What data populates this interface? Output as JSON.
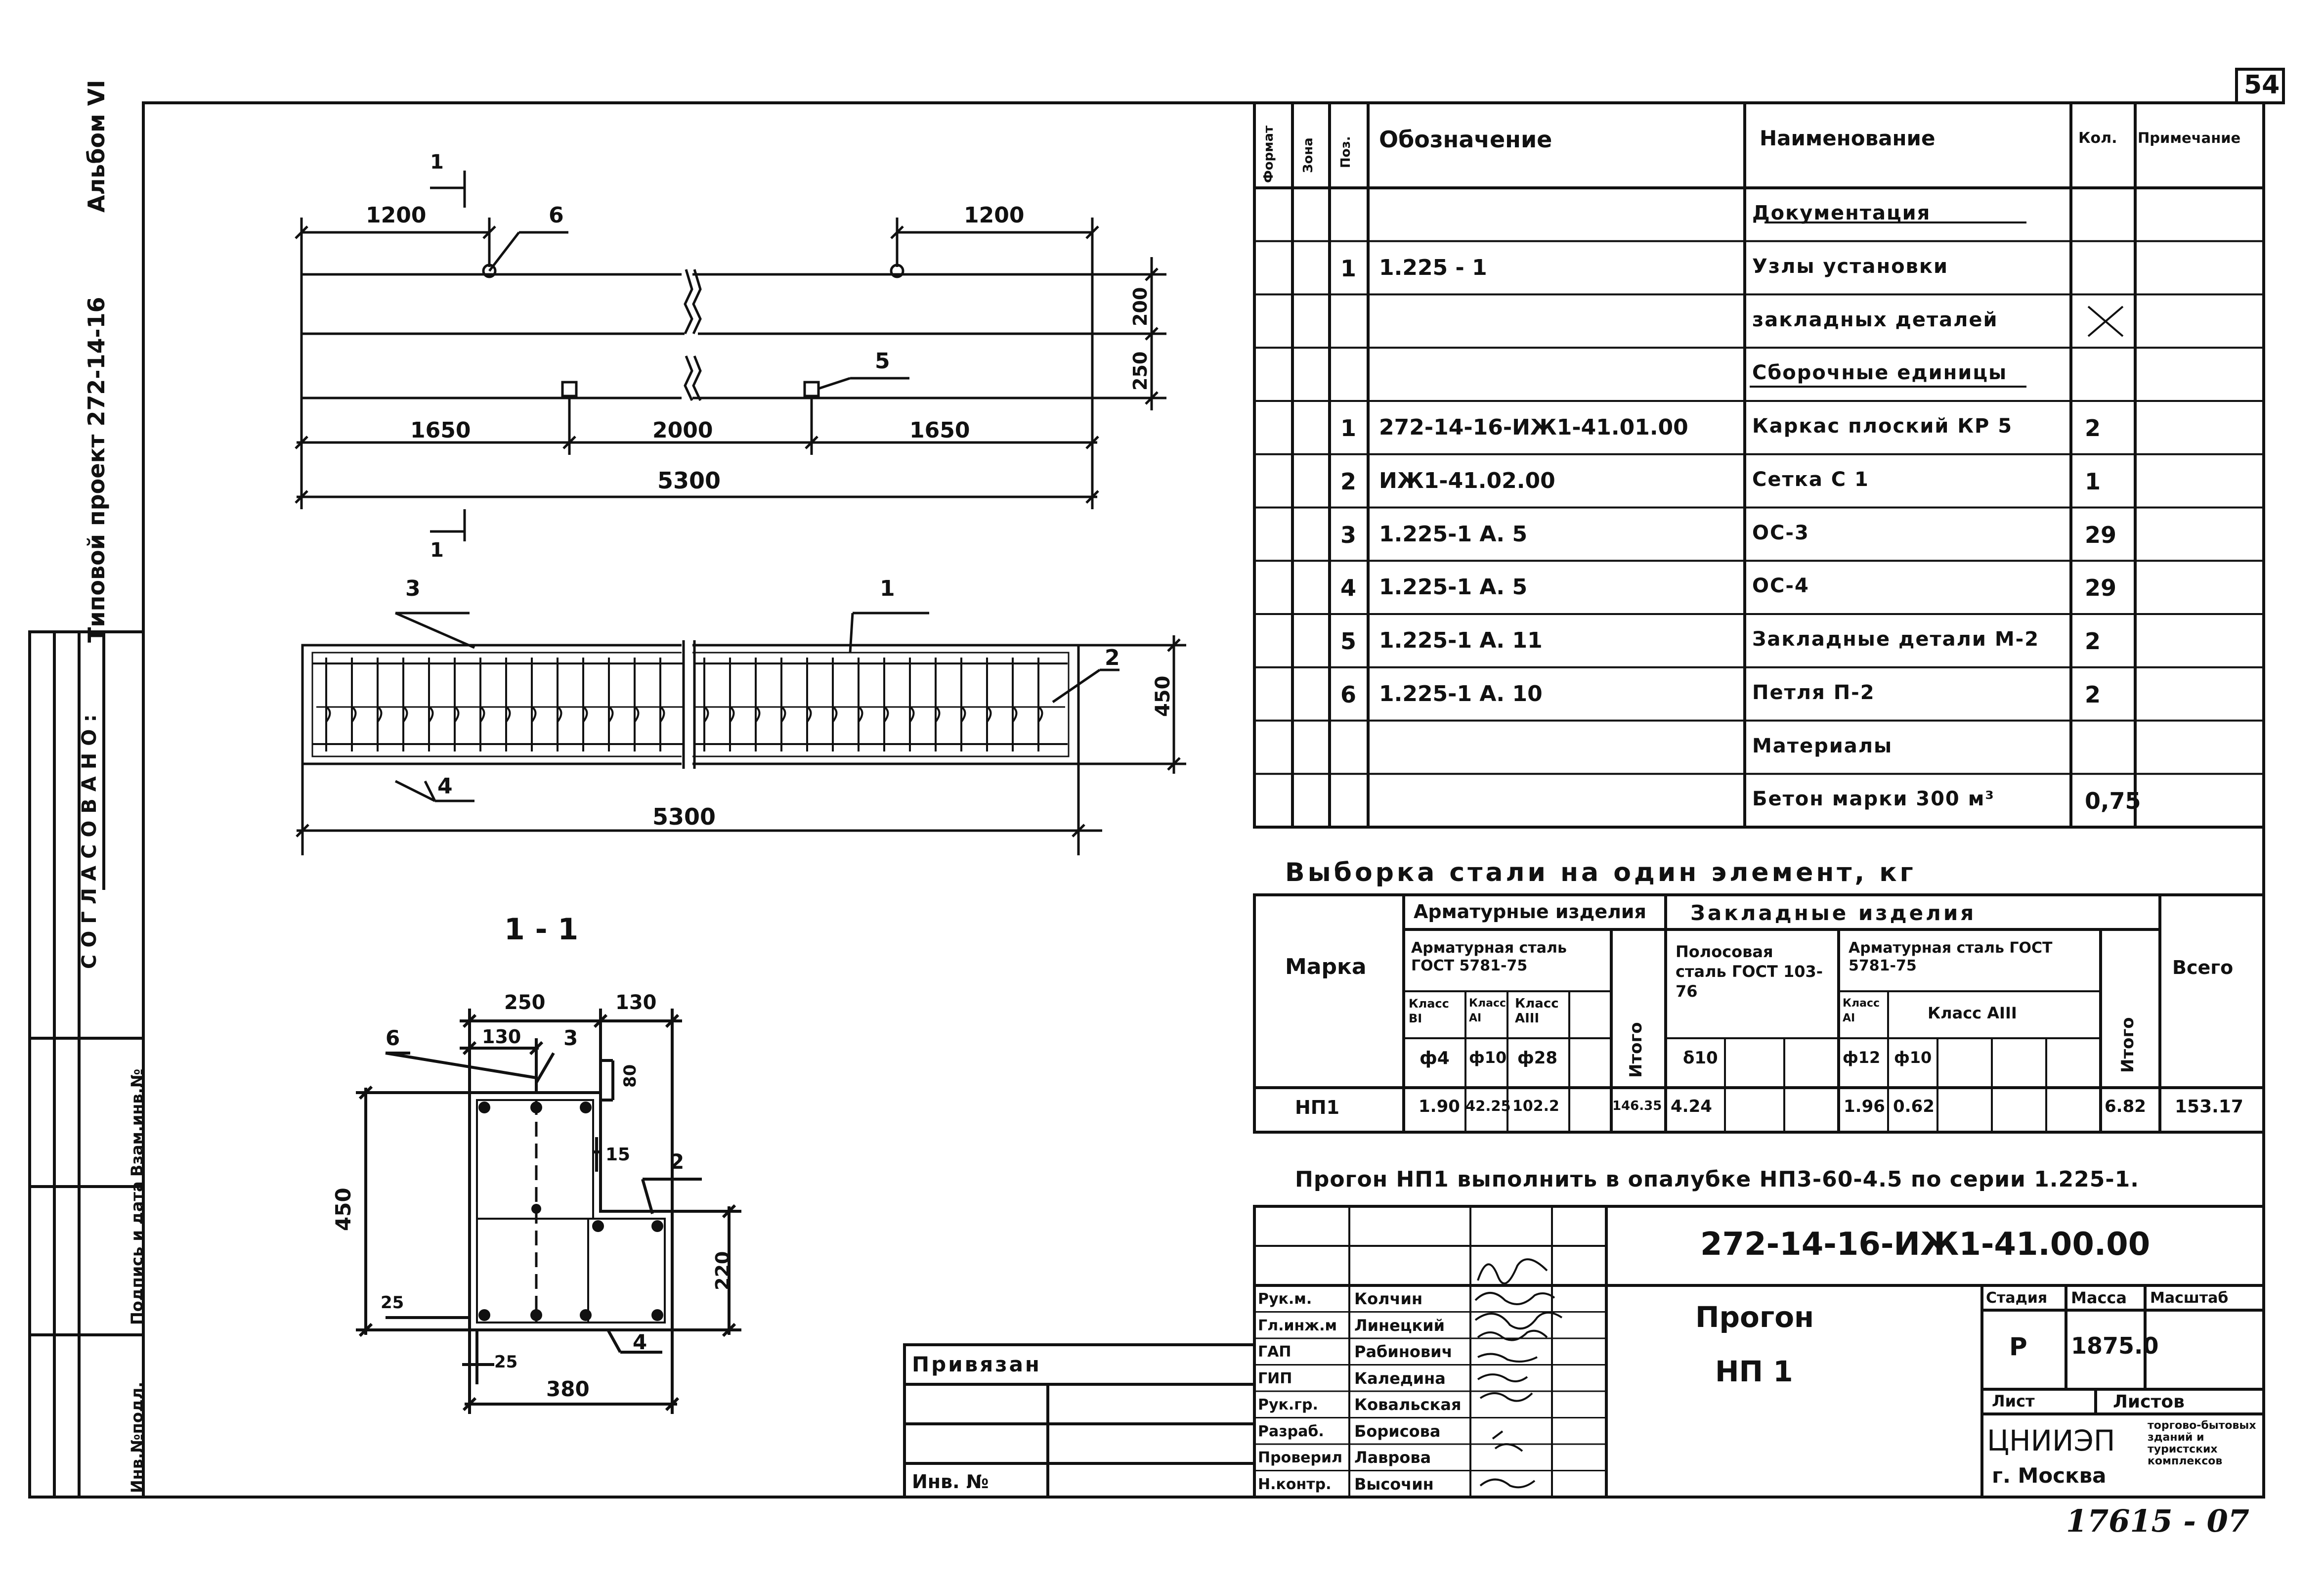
{
  "sheet": {
    "page_number": "54",
    "album_label": "Альбом VI",
    "project_label": "Типовой проект 272-14-16",
    "stamp_agreed": "СОГЛАСОВАНО:",
    "stamp_inv_no": "Инв.№подл.",
    "stamp_sign_date": "Подпись и дата",
    "stamp_replace_inv": "Взам.инв.№",
    "handwritten_number": "17615 - 07"
  },
  "drawing": {
    "top_dims": {
      "left": "1200",
      "right": "1200",
      "bottom_left": "1650",
      "bottom_mid": "2000",
      "bottom_right": "1650",
      "total": "5300",
      "h1": "200",
      "h2": "250"
    },
    "top_markers": {
      "six": "6",
      "five": "5",
      "sect_top": "1",
      "sect_bottom": "1"
    },
    "plan_dims": {
      "total": "5300",
      "height": "450"
    },
    "plan_markers": {
      "three": "3",
      "one": "1",
      "two": "2",
      "four": "4"
    },
    "section_title": "1 - 1",
    "section_dims": {
      "w250": "250",
      "w130a": "130",
      "w130b": "130",
      "d80": "80",
      "d15": "15",
      "h450": "450",
      "h220": "220",
      "d25a": "25",
      "d25b": "25",
      "w380": "380"
    },
    "section_markers": {
      "six": "6",
      "three": "3",
      "two": "2",
      "four": "4"
    }
  },
  "spec": {
    "headers": {
      "format": "Формат",
      "zone": "Зона",
      "pos": "Поз.",
      "designation": "Обозначение",
      "name": "Наименование",
      "qty": "Кол.",
      "note": "Примечание"
    },
    "rows": [
      {
        "pos": "",
        "designation": "",
        "name": "Документация",
        "qty": ""
      },
      {
        "pos": "1",
        "designation": "1.225 - 1",
        "name": "Узлы установки",
        "qty": ""
      },
      {
        "pos": "",
        "designation": "",
        "name": "закладных деталей",
        "qty": "✕"
      },
      {
        "pos": "",
        "designation": "",
        "name": "Сборочные единицы",
        "qty": ""
      },
      {
        "pos": "1",
        "designation": "272-14-16-ИЖ1-41.01.00",
        "name": "Каркас плоский КР 5",
        "qty": "2"
      },
      {
        "pos": "2",
        "designation": "ИЖ1-41.02.00",
        "name": "Сетка    С 1",
        "qty": "1"
      },
      {
        "pos": "3",
        "designation": "1.225-1      А. 5",
        "name": "ОС-3",
        "qty": "29"
      },
      {
        "pos": "4",
        "designation": "1.225-1      А. 5",
        "name": "ОС-4",
        "qty": "29"
      },
      {
        "pos": "5",
        "designation": "1.225-1      А. 11",
        "name": "Закладные детали М-2",
        "qty": "2"
      },
      {
        "pos": "6",
        "designation": "1.225-1      А. 10",
        "name": "Петля        П-2",
        "qty": "2"
      },
      {
        "pos": "",
        "designation": "",
        "name": "Материалы",
        "qty": ""
      },
      {
        "pos": "",
        "designation": "",
        "name": "Бетон марки 300 м³",
        "qty": "0,75"
      }
    ]
  },
  "steel": {
    "title": "Выборка стали на один элемент, кг",
    "h_mark": "Марка",
    "h_armature_items": "Арматурные изделия",
    "h_embedded": "Закладные изделия",
    "h_arm_steel_a": "Арматурная сталь ГОСТ 5781-75",
    "h_strip": "Полосовая сталь ГОСТ 103-76",
    "h_arm_steel_b": "Арматурная сталь ГОСТ 5781-75",
    "h_total_all": "Всего",
    "h_itogo_a": "Итого",
    "h_itogo_b": "Итого",
    "h_class_bi": "Класс ВI",
    "h_class_ai": "Класс АI",
    "h_class_aiii": "Класс АIII",
    "h_class_ai_b": "Класс АI",
    "h_class_aiii_b": "Класс АIII",
    "d_4": "ф4",
    "d_10": "ф10",
    "d_28": "ф28",
    "d_s10": "δ10",
    "d_12": "ф12",
    "d_10b": "ф10",
    "row": {
      "mark": "НП1",
      "v1": "1.90",
      "v2": "42.25",
      "v3": "102.2",
      "sum1": "146.35",
      "v4": "4.24",
      "v5": "1.96",
      "v6": "0.62",
      "sum2": "6.82",
      "total": "153.17"
    }
  },
  "note": "Прогон НП1 выполнить в опалубке НП3-60-4.5 по серии 1.225-1.",
  "title_block": {
    "code": "272-14-16-ИЖ1-41.00.00",
    "name_line1": "Прогон",
    "name_line2": "НП 1",
    "stage_h": "Стадия",
    "mass_h": "Масса",
    "scale_h": "Масштаб",
    "stage": "Р",
    "mass": "1875.0",
    "sheet_h": "Лист",
    "sheets_h": "Листов",
    "org": "ЦНИИЭП",
    "city": "г. Москва",
    "org_desc": "торгово-бытовых зданий и туристских комплексов",
    "bound": "Привязан",
    "inv": "Инв. №",
    "roles": [
      {
        "role": "Рук.м.",
        "name": "Колчин"
      },
      {
        "role": "Гл.инж.м",
        "name": "Линецкий"
      },
      {
        "role": "ГАП",
        "name": "Рабинович"
      },
      {
        "role": "ГИП",
        "name": "Каледина"
      },
      {
        "role": "Рук.гр.",
        "name": "Ковальская"
      },
      {
        "role": "Разраб.",
        "name": "Борисова"
      },
      {
        "role": "Проверил",
        "name": "Лаврова"
      },
      {
        "role": "Н.контр.",
        "name": "Высочин"
      }
    ]
  }
}
